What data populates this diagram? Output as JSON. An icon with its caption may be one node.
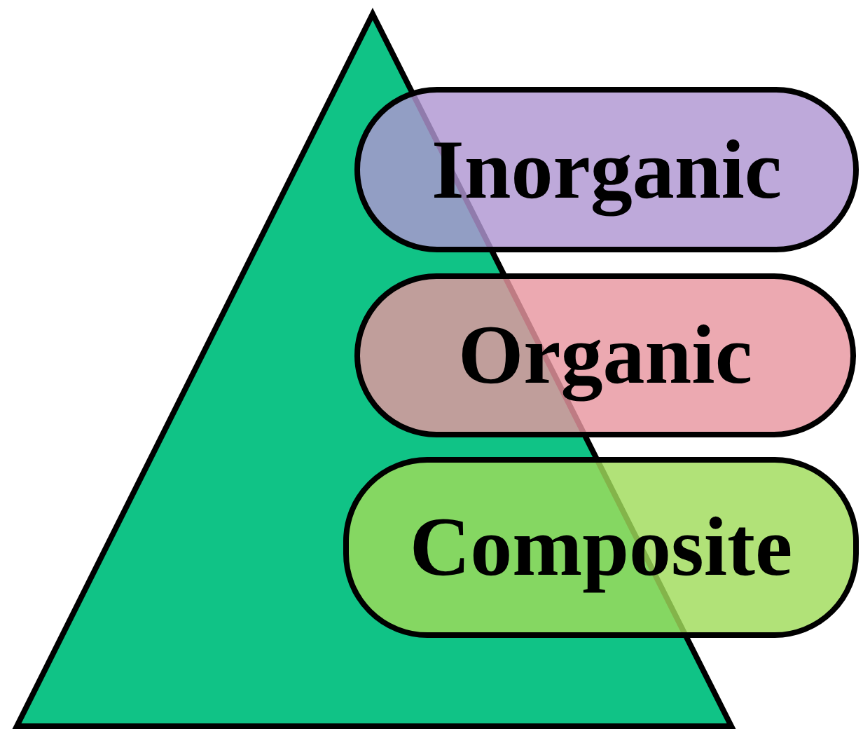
{
  "diagram": {
    "nodes": [
      {
        "text": [
          "Inorganic"
        ]
      },
      {
        "text": [
          "Organic"
        ]
      },
      {
        "text": [
          "Composite"
        ]
      }
    ]
  }
}
